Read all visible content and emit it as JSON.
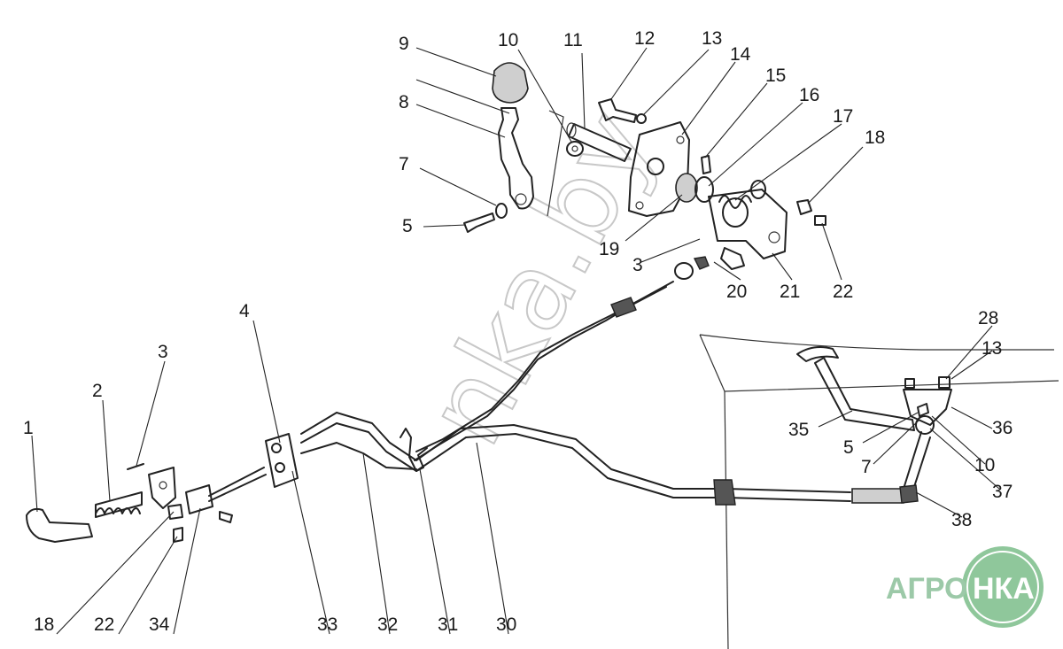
{
  "diagram": {
    "callouts": [
      "1",
      "2",
      "3",
      "4",
      "5",
      "7",
      "8",
      "9",
      "10",
      "11",
      "12",
      "13",
      "14",
      "15",
      "16",
      "17",
      "18",
      "19",
      "3",
      "20",
      "21",
      "22",
      "28",
      "13",
      "35",
      "5",
      "36",
      "7",
      "10",
      "37",
      "38",
      "18",
      "22",
      "34",
      "33",
      "32",
      "31",
      "30"
    ]
  },
  "watermark": {
    "text": "nka.by"
  },
  "logo": {
    "left_text": "АГРО",
    "right_text": "НКА",
    "color_left": "#9cc9a8",
    "color_right": "#ffffff",
    "circle_color": "#8fc79b"
  },
  "colors": {
    "line": "#222222",
    "label": "#1a1a1a",
    "background": "#ffffff"
  }
}
